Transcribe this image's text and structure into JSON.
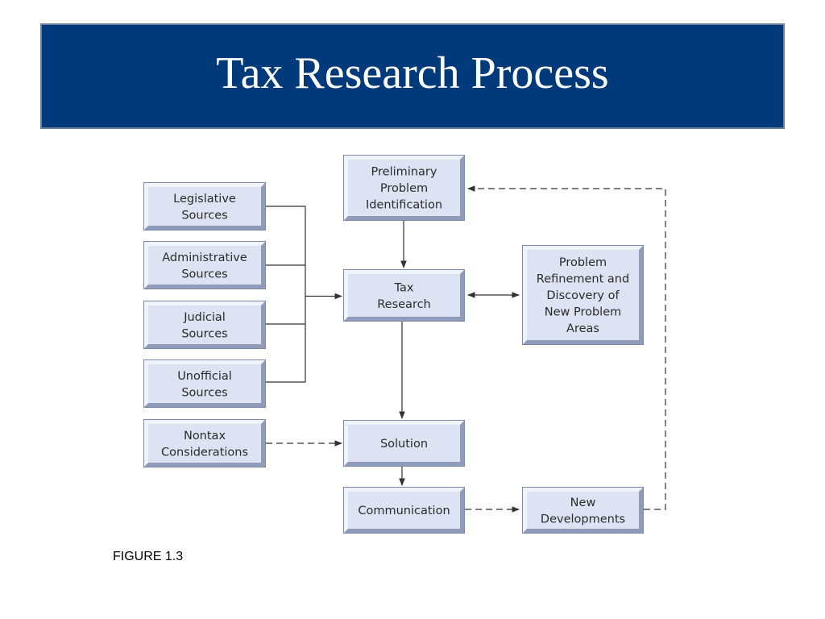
{
  "slide": {
    "title": "Tax Research Process",
    "caption": "FIGURE 1.3"
  },
  "colors": {
    "title_background": "#003a7a",
    "title_text": "#ffffff",
    "box_face": "#dde3f2",
    "box_bevel_light": "#f0f3fa",
    "box_bevel_dark": "#8f9bb8",
    "connector": "#333333"
  },
  "nodes": {
    "preliminary": [
      "Preliminary",
      "Problem",
      "Identification"
    ],
    "legislative": [
      "Legislative",
      "Sources"
    ],
    "administrative": [
      "Administrative",
      "Sources"
    ],
    "judicial": [
      "Judicial",
      "Sources"
    ],
    "unofficial": [
      "Unofficial",
      "Sources"
    ],
    "nontax": [
      "Nontax",
      "Considerations"
    ],
    "tax_research": [
      "Tax",
      "Research"
    ],
    "solution": [
      "Solution"
    ],
    "communication": [
      "Communication"
    ],
    "problem_refinement": [
      "Problem",
      "Refinement and",
      "Discovery of",
      "New Problem",
      "Areas"
    ],
    "new_developments": [
      "New",
      "Developments"
    ]
  },
  "edges": [
    {
      "from": "preliminary",
      "to": "tax_research",
      "style": "solid"
    },
    {
      "from": "legislative",
      "to": "tax_research",
      "style": "solid"
    },
    {
      "from": "administrative",
      "to": "tax_research",
      "style": "solid"
    },
    {
      "from": "judicial",
      "to": "tax_research",
      "style": "solid"
    },
    {
      "from": "unofficial",
      "to": "tax_research",
      "style": "solid"
    },
    {
      "from": "tax_research",
      "to": "problem_refinement",
      "style": "solid",
      "bidirectional": true
    },
    {
      "from": "tax_research",
      "to": "solution",
      "style": "solid"
    },
    {
      "from": "nontax",
      "to": "solution",
      "style": "dashed"
    },
    {
      "from": "solution",
      "to": "communication",
      "style": "solid"
    },
    {
      "from": "communication",
      "to": "new_developments",
      "style": "dashed"
    },
    {
      "from": "new_developments",
      "to": "preliminary",
      "style": "dashed"
    }
  ]
}
